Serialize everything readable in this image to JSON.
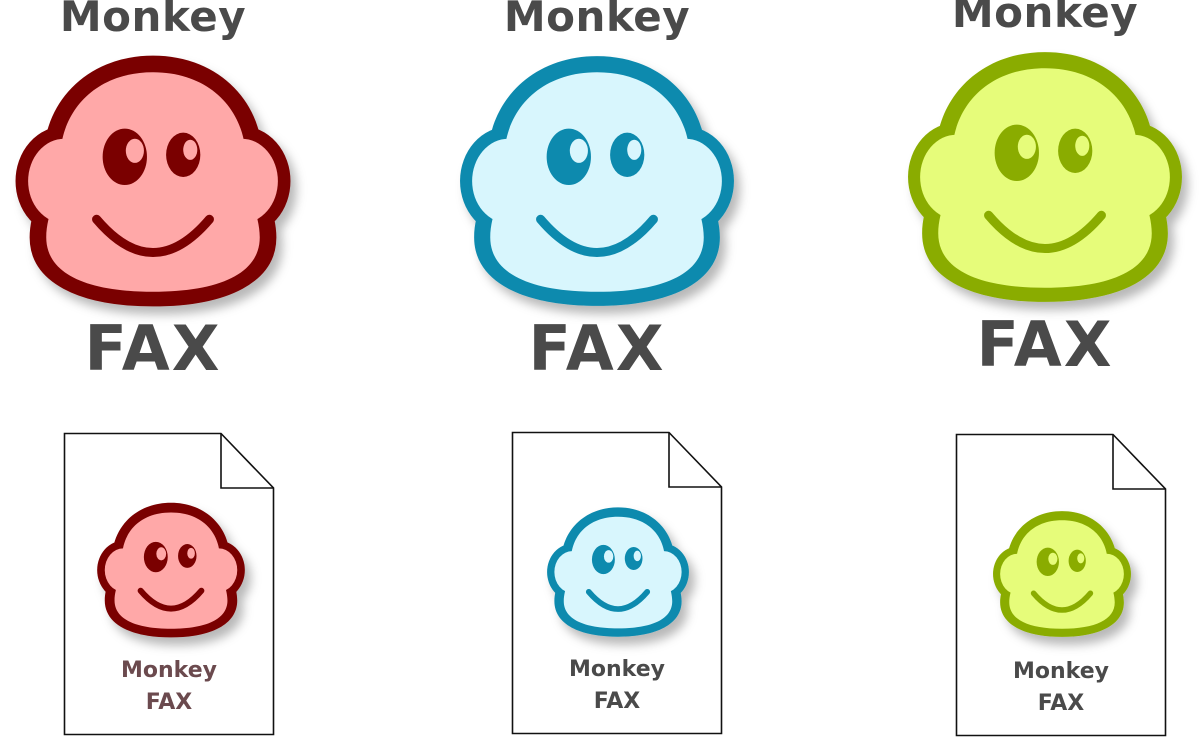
{
  "logos": [
    {
      "monkey_text": "Monkey",
      "fax_text": "FAX",
      "outline_color": "#7a0000",
      "fill_color": "#ffa8a8",
      "text_color": "#4a4a4a"
    },
    {
      "monkey_text": "Monkey",
      "fax_text": "FAX",
      "outline_color": "#0e8aae",
      "fill_color": "#d8f6fd",
      "text_color": "#4a4a4a"
    },
    {
      "monkey_text": "Monkey",
      "fax_text": "FAX",
      "outline_color": "#8aac00",
      "fill_color": "#e6fc7a",
      "text_color": "#4a4a4a"
    }
  ],
  "documents": [
    {
      "monkey_text": "Monkey",
      "fax_text": "FAX",
      "text_color": "#6b4a4e"
    },
    {
      "monkey_text": "Monkey",
      "fax_text": "FAX",
      "text_color": "#4a4a4a"
    },
    {
      "monkey_text": "Monkey",
      "fax_text": "FAX",
      "text_color": "#4a4a4a"
    }
  ]
}
